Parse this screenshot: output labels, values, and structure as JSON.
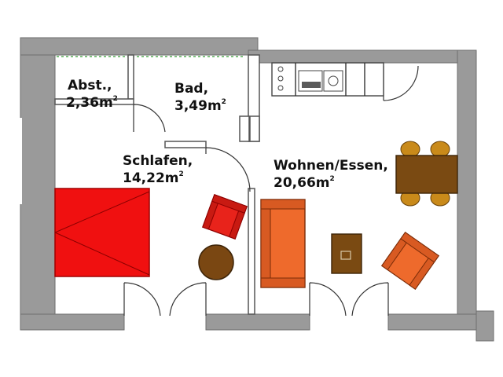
{
  "rooms": {
    "abst": {
      "name": "Abst.,",
      "area": "2,36m",
      "unit_sup": "2"
    },
    "bad": {
      "name": "Bad,",
      "area": "3,49m",
      "unit_sup": "2"
    },
    "schlafen": {
      "name": "Schlafen,",
      "area": "14,22m",
      "unit_sup": "2"
    },
    "wohnen": {
      "name": "Wohnen/Essen,",
      "area": "20,66m",
      "unit_sup": "2"
    }
  },
  "colors": {
    "wall": "#9a9a9a",
    "bed": "#f01010",
    "armchair": "#e8231b",
    "sofa": "#ee6a2c",
    "table_wood": "#7a4a12",
    "round_table": "#7a4712"
  },
  "icons": [
    "bed-icon",
    "armchair-icon",
    "sofa-icon",
    "dining-table-icon",
    "kitchen-counter-icon"
  ]
}
